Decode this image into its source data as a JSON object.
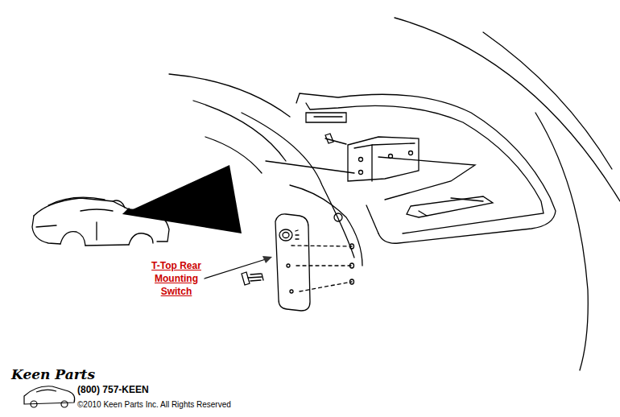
{
  "diagram": {
    "labels": [
      "T-Top Rear Mounting Switch",
      "Keen Parts",
      "(800) 757-KEEN",
      "©2010 Keen Parts Inc. All Rights Reserved"
    ]
  }
}
